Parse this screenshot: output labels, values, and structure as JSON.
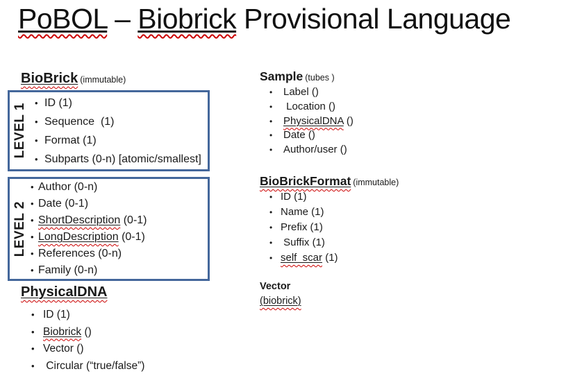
{
  "ui": {
    "bullet": "•"
  },
  "colors": {
    "box_border": "#44679B",
    "squiggle": "#cc0000",
    "text": "#1a1a1a"
  },
  "title": {
    "parts": [
      {
        "text": "PoBOL"
      },
      {
        "text": " – "
      },
      {
        "text": "Biobrick"
      },
      {
        "text": " Provisional Language"
      }
    ]
  },
  "bioBrick": {
    "heading": "BioBrick",
    "note": "(immutable)",
    "level1": {
      "label": "LEVEL 1",
      "items": [
        {
          "u": "",
          "rest": "ID (1)"
        },
        {
          "u": "",
          "rest": "Sequence  (1)"
        },
        {
          "u": "",
          "rest": "Format (1)"
        },
        {
          "u": "",
          "rest": "Subparts (0-n) [atomic/smallest]"
        }
      ]
    },
    "level2": {
      "label": "LEVEL 2",
      "items": [
        {
          "u": "",
          "rest": "Author (0-n)"
        },
        {
          "u": "",
          "rest": "Date (0-1)"
        },
        {
          "u": "ShortDescription",
          "rest": " (0-1)"
        },
        {
          "u": "LongDescription",
          "rest": " (0-1)"
        },
        {
          "u": "",
          "rest": "References (0-n)"
        },
        {
          "u": "",
          "rest": "Family (0-n)"
        }
      ]
    }
  },
  "physicalDna": {
    "heading": "PhysicalDNA",
    "items": [
      {
        "u": "",
        "rest": "ID (1)"
      },
      {
        "u": "Biobrick",
        "rest": " ()"
      },
      {
        "u": "",
        "rest": "Vector ()"
      },
      {
        "u": "",
        "rest": " Circular (“true/false”)"
      }
    ]
  },
  "sample": {
    "heading": "Sample",
    "note": "(tubes )",
    "items": [
      {
        "u": "",
        "rest": "Label ()"
      },
      {
        "u": "",
        "rest": " Location ()"
      },
      {
        "u": "PhysicalDNA",
        "rest": " ()"
      },
      {
        "u": "",
        "rest": "Date ()"
      },
      {
        "u": "",
        "rest": "Author/user ()"
      }
    ]
  },
  "bioBrickFormat": {
    "heading": "BioBrickFormat",
    "note": "(immutable)",
    "items": [
      {
        "u": "",
        "rest": "ID (1)"
      },
      {
        "u": "",
        "rest": "Name (1)"
      },
      {
        "u": "",
        "rest": "Prefix (1)"
      },
      {
        "u": "",
        "rest": " Suffix (1)"
      },
      {
        "u": "self_scar",
        "rest": " (1)"
      }
    ]
  },
  "vector": {
    "heading": "Vector",
    "sub": {
      "u": "(biobrick)",
      "rest": ""
    }
  }
}
